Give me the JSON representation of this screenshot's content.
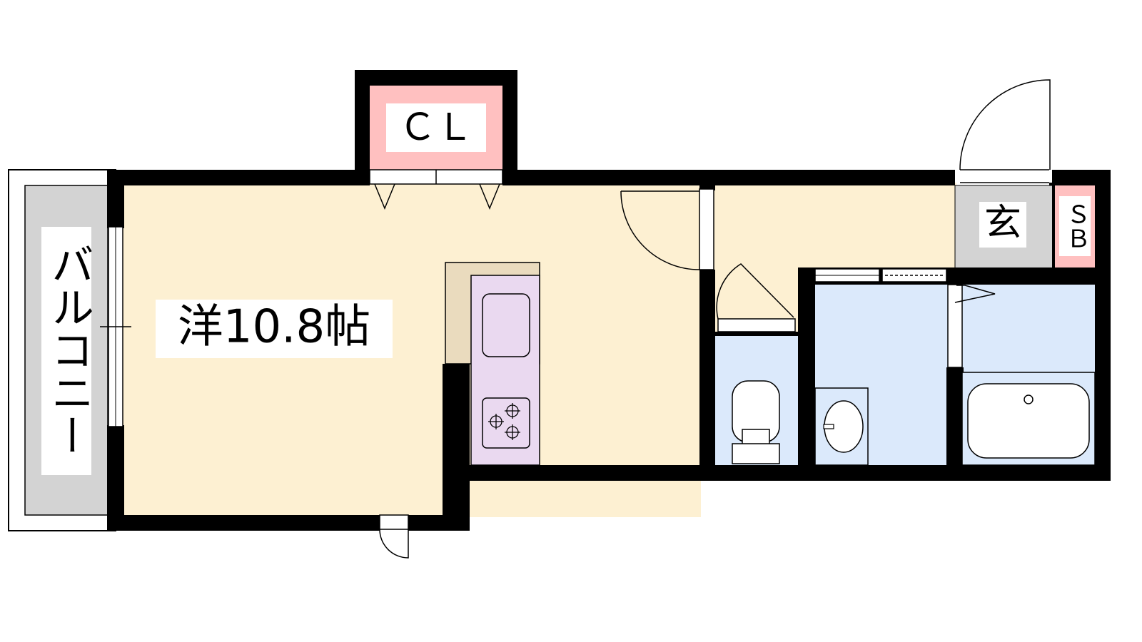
{
  "floor_plan": {
    "rooms": {
      "western_room": {
        "label": "洋10.8帖",
        "color": "#fdf0d2"
      },
      "closet": {
        "label": "ＣＬ",
        "color": "#ffc0c0"
      },
      "balcony": {
        "label": "バルコニー",
        "color": "#d3d3d3"
      },
      "entrance": {
        "label": "玄",
        "color": "#d3d3d3"
      },
      "shoe_box": {
        "label": "ＳＢ",
        "color": "#ffc0c0"
      },
      "kitchen": {
        "color": "#ead9f0"
      },
      "toilet": {
        "color": "#dbe9fb"
      },
      "washroom": {
        "color": "#dbe9fb"
      },
      "bathroom": {
        "color": "#dbe9fb"
      }
    },
    "colors": {
      "wall": "#000000",
      "counter": "#eadbbe",
      "label_bg": "#ffffff"
    }
  }
}
